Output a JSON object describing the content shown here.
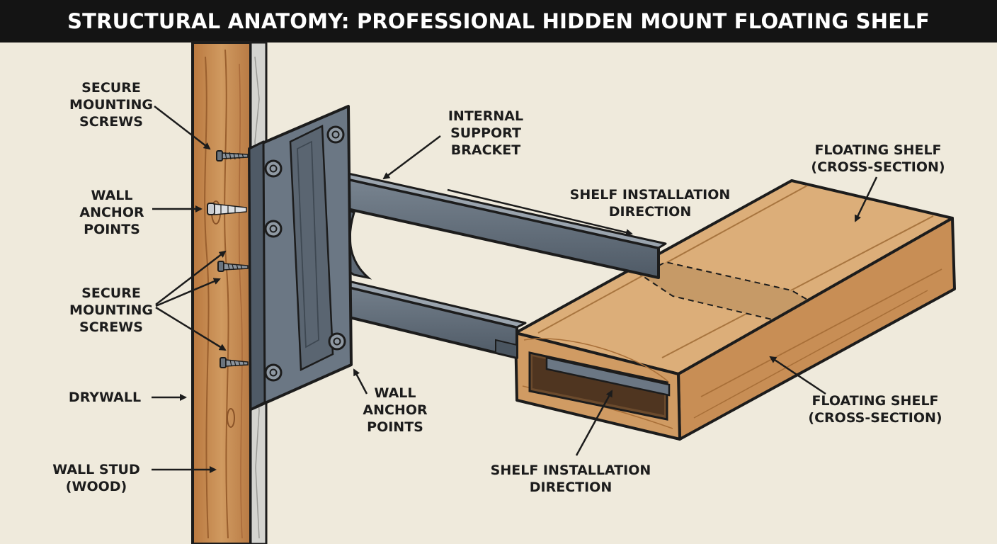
{
  "title": "STRUCTURAL ANATOMY: PROFESSIONAL HIDDEN MOUNT FLOATING SHELF",
  "labels": {
    "screws_top": "SECURE\nMOUNTING\nSCREWS",
    "anchor_left": "WALL\nANCHOR\nPOINTS",
    "screws_mid": "SECURE\nMOUNTING\nSCREWS",
    "drywall": "DRYWALL",
    "wall_stud": "WALL STUD\n(WOOD)",
    "support_bracket": "INTERNAL\nSUPPORT\nBRACKET",
    "install_top": "SHELF INSTALLATION\nDIRECTION",
    "anchor_bottom": "WALL\nANCHOR\nPOINTS",
    "shelf_top": "FLOATING SHELF\n(CROSS-SECTION)",
    "shelf_bottom": "FLOATING SHELF\n(CROSS-SECTION)",
    "install_bottom": "SHELF INSTALLATION\nDIRECTION"
  },
  "colors": {
    "background": "#efeadc",
    "title_bar": "#141414",
    "wood": "#c98d52",
    "shelf_wood": "#d8a671",
    "steel": "#5f6b77",
    "drywall": "#d4d4d0"
  }
}
